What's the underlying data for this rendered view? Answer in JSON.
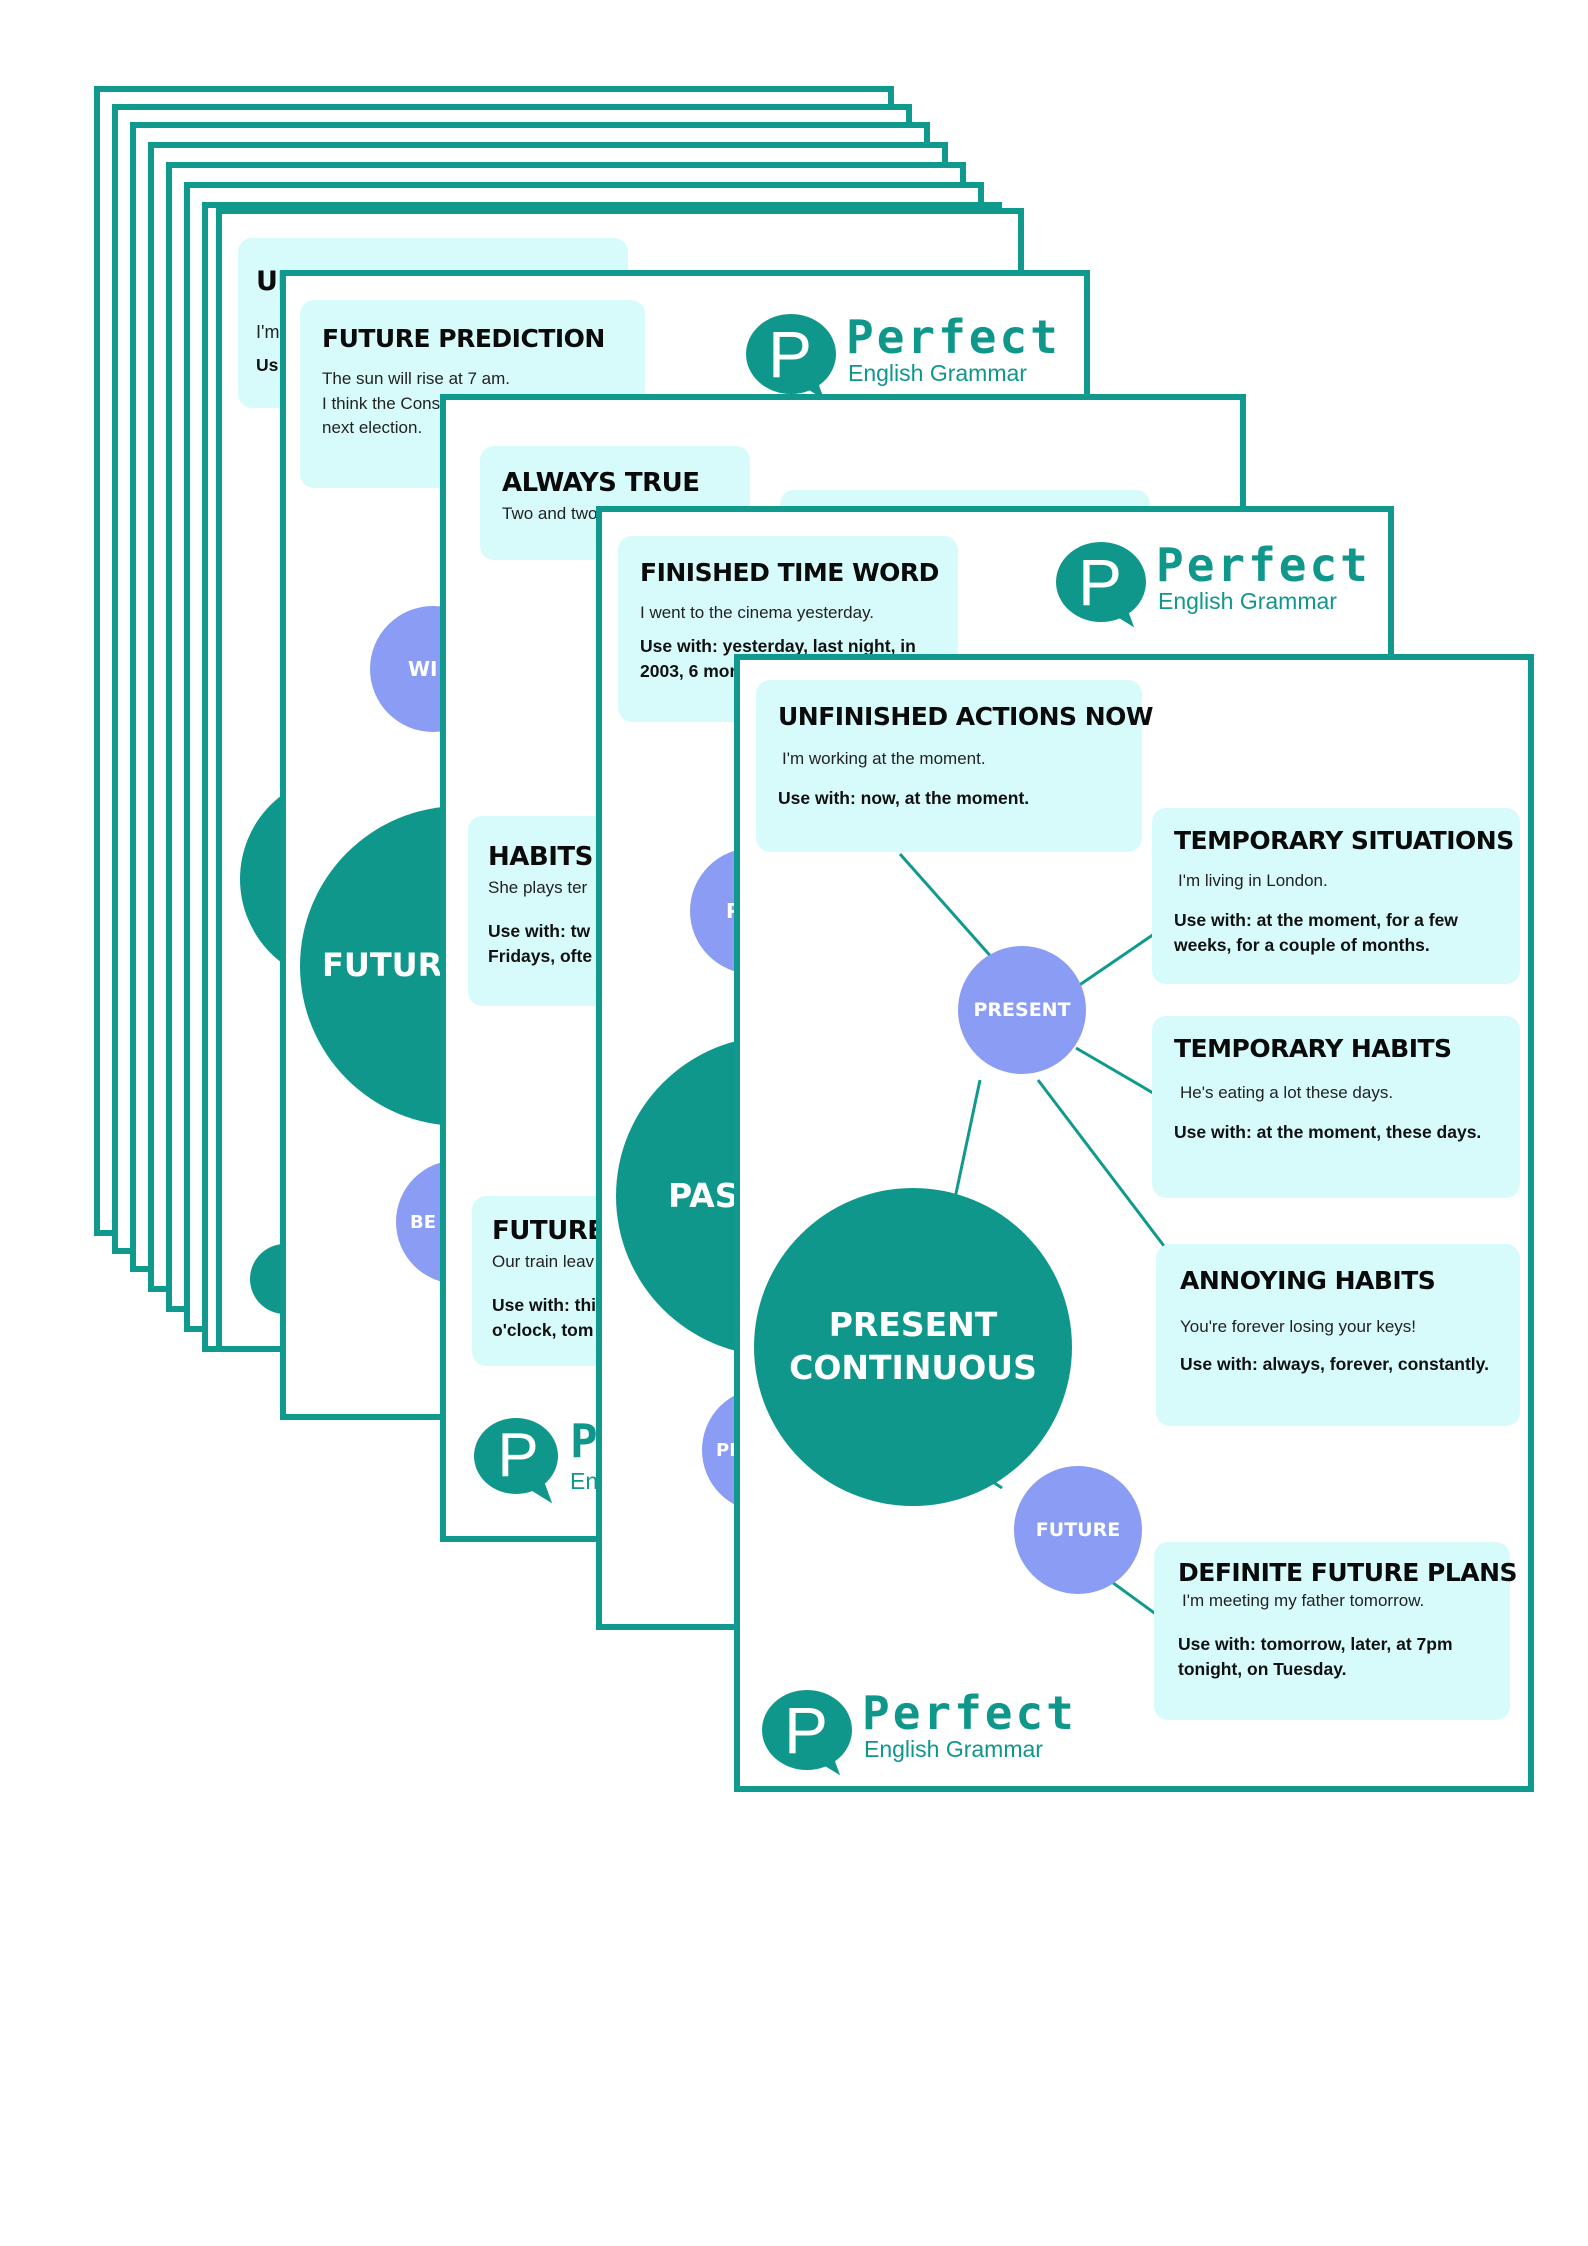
{
  "brand": {
    "word": "Perfect",
    "sub": "English Grammar",
    "mark": "P"
  },
  "colors": {
    "teal": "#109a8e",
    "card": "#d7fbfa",
    "bubble": "#8b9cf4"
  },
  "back_sheets": {
    "card1_title": "UI",
    "card1_line1": "I'm",
    "card1_line2": "Us",
    "bubble_big": "(",
    "bubble_small": ""
  },
  "future_sheet": {
    "card_title": "FUTURE PREDICTION",
    "card_line1": "The sun will rise at 7 am.",
    "card_line2": "I think the Cons",
    "card_line3": "next election.",
    "big_circle": "FUTURI",
    "small_top": "WI",
    "small_bottom": "BE ("
  },
  "present_simple_sheet": {
    "card1_title": "ALWAYS TRUE",
    "card1_text": "Two and two",
    "card2_title": "HABITS",
    "card2_text": "She plays ter",
    "card2_use1": "Use with: tw",
    "card2_use2": "Fridays, ofte",
    "card3_title": "FUTURE",
    "card3_text": "Our train leav",
    "card3_use1": "Use with: thi",
    "card3_use2": "o'clock, tom",
    "logo_word": "P",
    "logo_sub": "Eng"
  },
  "past_sheet": {
    "card_title": "FINISHED TIME WORD",
    "card_text": "I went to the cinema yesterday.",
    "card_use1": "Use with: yesterday, last night, in",
    "card_use2": "2003, 6 mor",
    "big_circle": "PAS",
    "small_top": "P",
    "small_bottom": "PI"
  },
  "main_sheet": {
    "big_circle_line1": "PRESENT",
    "big_circle_line2": "CONTINUOUS",
    "bubble_present": "PRESENT",
    "bubble_future": "FUTURE",
    "cards": [
      {
        "title": "UNFINISHED ACTIONS NOW",
        "example": "I'm working at the moment.",
        "use": "Use with: now, at the moment."
      },
      {
        "title": "TEMPORARY SITUATIONS",
        "example": "I'm living in London.",
        "use": "Use with: at the moment, for a few weeks, for a couple of months."
      },
      {
        "title": "TEMPORARY HABITS",
        "example": "He's eating a lot these days.",
        "use": "Use with: at the moment, these days."
      },
      {
        "title": "ANNOYING HABITS",
        "example": "You're forever losing your keys!",
        "use": "Use with: always, forever, constantly."
      },
      {
        "title": "DEFINITE FUTURE PLANS",
        "example": "I'm meeting my father tomorrow.",
        "use": "Use with: tomorrow, later, at 7pm tonight, on Tuesday."
      }
    ]
  }
}
